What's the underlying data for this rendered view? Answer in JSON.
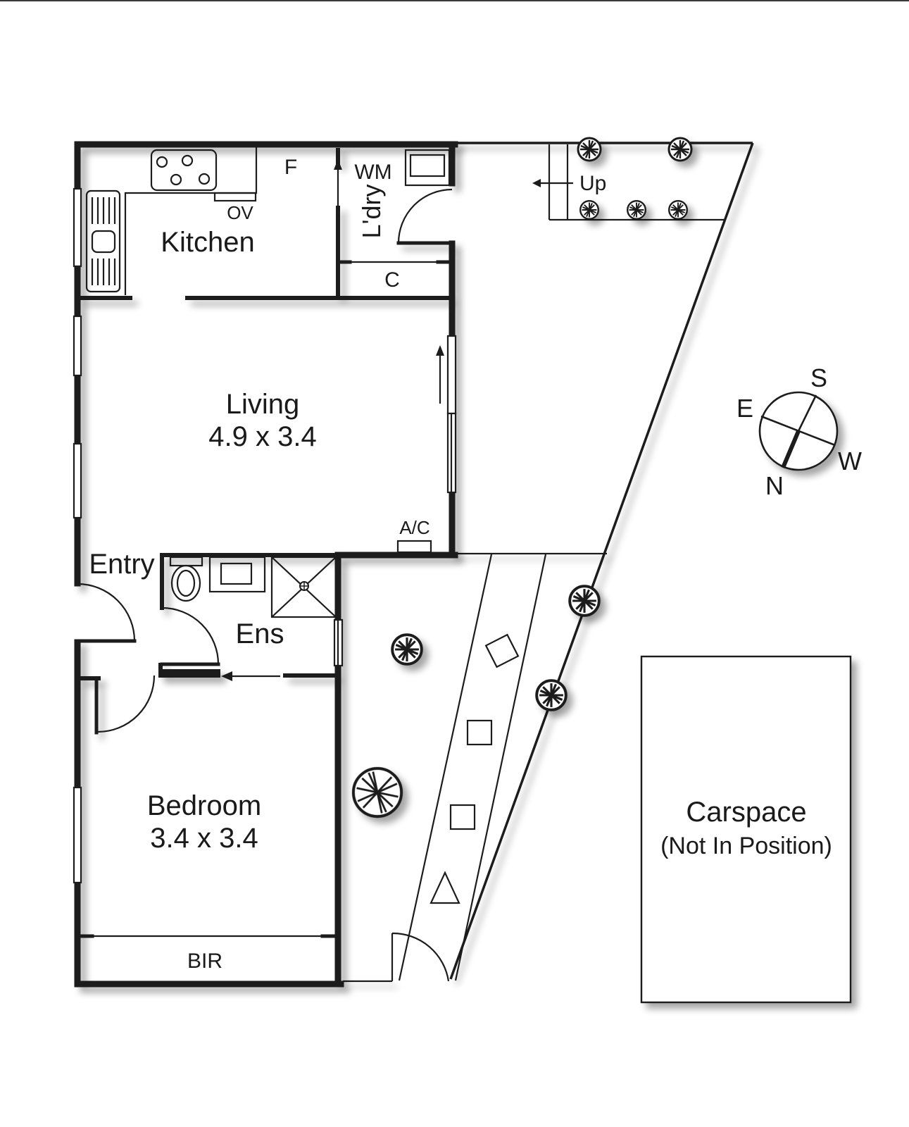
{
  "plan": {
    "type": "floorplan",
    "rooms": {
      "kitchen": {
        "name": "Kitchen"
      },
      "living": {
        "name": "Living",
        "dimensions": "4.9 x 3.4"
      },
      "bedroom": {
        "name": "Bedroom",
        "dimensions": "3.4 x 3.4"
      },
      "ensuite": {
        "name": "Ens"
      },
      "entry": {
        "name": "Entry"
      },
      "laundry": {
        "name": "L'dry"
      },
      "cupboard": {
        "name": "C"
      },
      "bir": {
        "name": "BIR"
      },
      "carspace": {
        "name": "Carspace",
        "note": "(Not In Position)"
      }
    },
    "fixtures": {
      "fridge": "F",
      "oven": "OV",
      "washing_machine": "WM",
      "air_conditioner": "A/C",
      "stairs_label": "Up"
    },
    "compass": {
      "north": "N",
      "south": "S",
      "east": "E",
      "west": "W"
    },
    "colors": {
      "line": "#1c1c1c",
      "background": "#ffffff"
    }
  }
}
